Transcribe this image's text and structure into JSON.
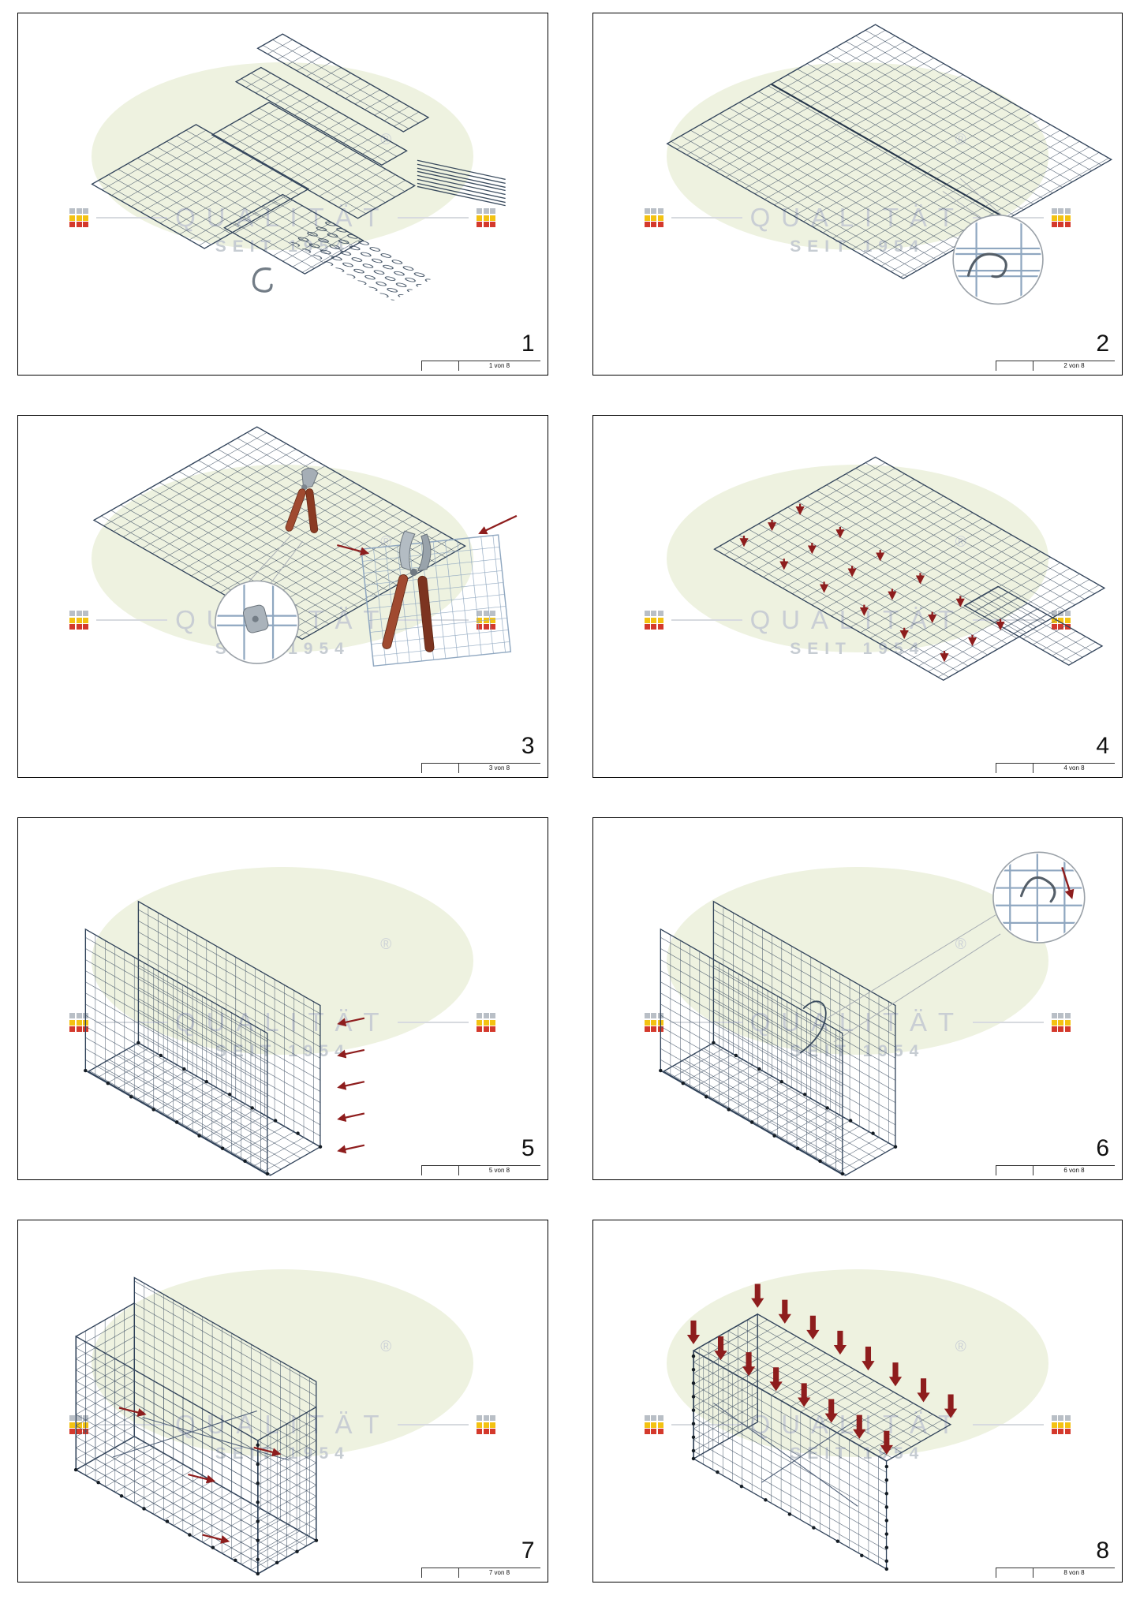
{
  "watermark": {
    "brand_mark": "®",
    "line1": "QUALITÄT",
    "line2": "SEIT 1954",
    "ellipse_color": "#eef2e0",
    "text_color": "#c9ced4",
    "logo_colors": {
      "row1": "#b9bfc6",
      "row2": "#f3c212",
      "row3": "#d4392c"
    }
  },
  "panels": [
    {
      "step": "1",
      "sheet_label": "1 von 8",
      "illustration": "parts-overview-mesh-panels-rods-spirals-c-clip"
    },
    {
      "step": "2",
      "sheet_label": "2 von 8",
      "illustration": "base-mesh-with-spiral-joint-detail"
    },
    {
      "step": "3",
      "sheet_label": "3 von 8",
      "illustration": "mesh-with-wire-cutters-and-clip-detail"
    },
    {
      "step": "4",
      "sheet_label": "4 von 8",
      "illustration": "mesh-with-fastening-point-arrows"
    },
    {
      "step": "5",
      "sheet_label": "5 von 8",
      "illustration": "upright-walls-with-spiral-arrows"
    },
    {
      "step": "6",
      "sheet_label": "6 von 8",
      "illustration": "walls-tied-with-hook-detail"
    },
    {
      "step": "7",
      "sheet_label": "7 von 8",
      "illustration": "open-box-assembly-with-arrows"
    },
    {
      "step": "8",
      "sheet_label": "8 von 8",
      "illustration": "closing-lid-with-down-arrows"
    }
  ],
  "colors": {
    "mesh_wire": "#3e4f63",
    "mesh_wire_light": "#8fa7c0",
    "arrow_red": "#8e1d1d",
    "tool_handle": "#a04a30",
    "panel_border": "#000000"
  }
}
